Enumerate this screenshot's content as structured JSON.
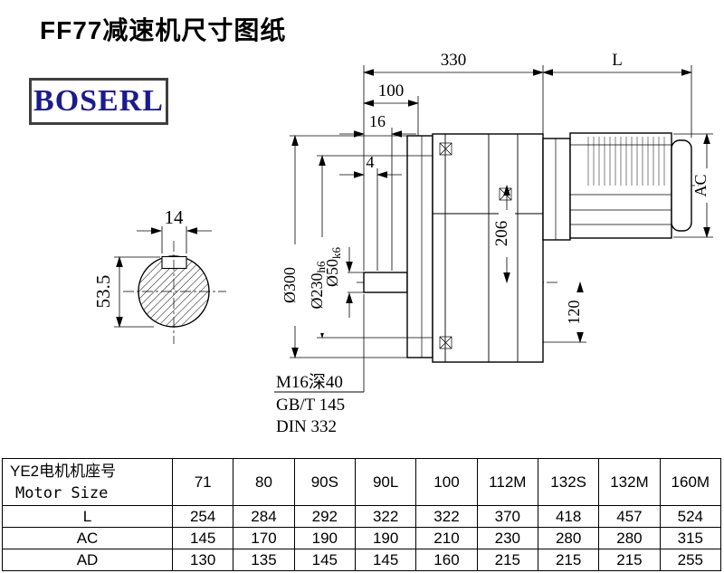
{
  "page": {
    "title": "FF77减速机尺寸图纸",
    "logo_text": "BOSERL"
  },
  "colors": {
    "logo_text": "#1b1b8e",
    "logo_border": "#3f3f3f",
    "line": "#000000"
  },
  "drawing": {
    "shaft_section": {
      "key_width": "14",
      "key_height": "53.5"
    },
    "dims": {
      "width_330": "330",
      "length_L": "L",
      "d100": "100",
      "d16": "16",
      "d4": "4",
      "ac": "AC",
      "d206": "206",
      "d120": "120",
      "flange_dia": "Ø300",
      "spigot_dia": "Ø230",
      "spigot_tol": "h6",
      "shaft_dia": "Ø50",
      "shaft_tol": "k6"
    },
    "notes": {
      "tap": "M16深40",
      "gb": "GB/T 145",
      "din": "DIN 332"
    }
  },
  "table": {
    "header_cn": "YE2电机机座号",
    "header_en": "Motor Size",
    "sizes": [
      "71",
      "80",
      "90S",
      "90L",
      "100",
      "112M",
      "132S",
      "132M",
      "160M"
    ],
    "rows": [
      {
        "label": "L",
        "values": [
          "254",
          "284",
          "292",
          "322",
          "322",
          "370",
          "418",
          "457",
          "524"
        ]
      },
      {
        "label": "AC",
        "values": [
          "145",
          "170",
          "190",
          "190",
          "210",
          "230",
          "280",
          "280",
          "315"
        ]
      },
      {
        "label": "AD",
        "values": [
          "130",
          "135",
          "145",
          "145",
          "160",
          "215",
          "215",
          "215",
          "255"
        ]
      }
    ]
  }
}
